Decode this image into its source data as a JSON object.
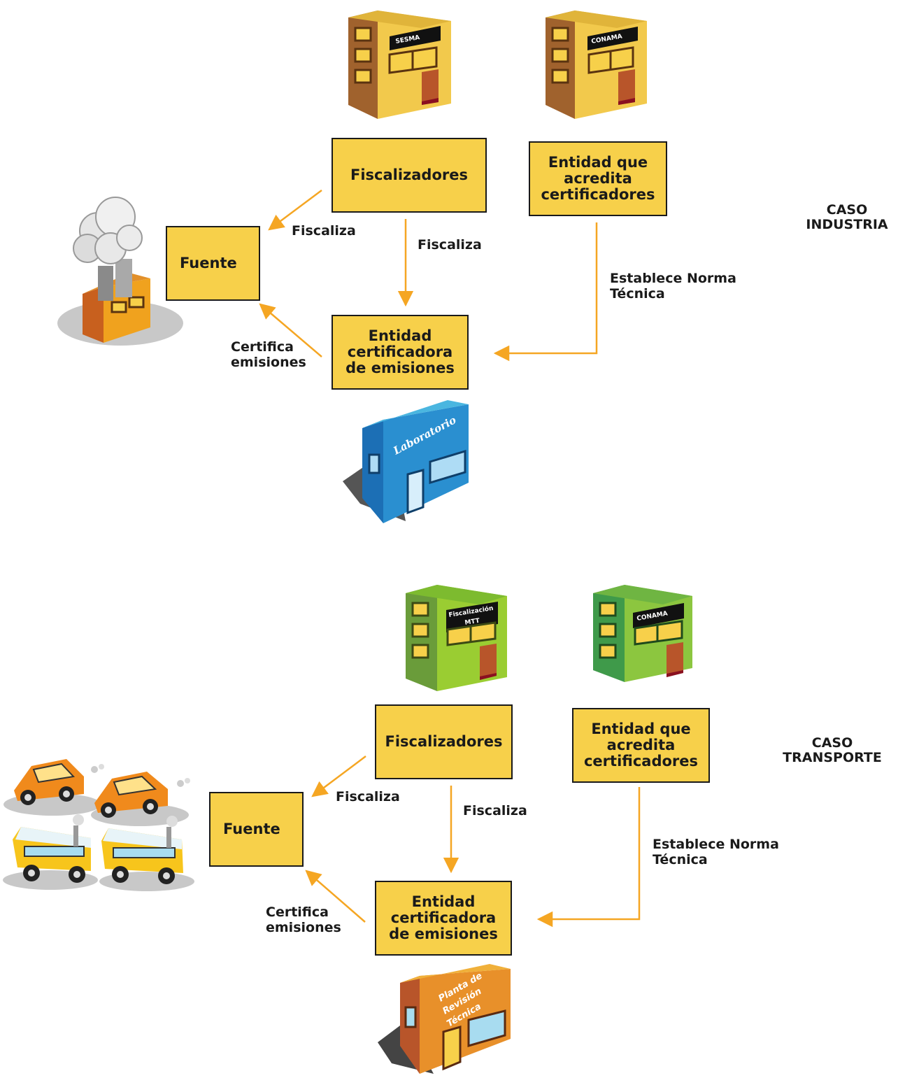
{
  "industria": {
    "case_label": "CASO\nINDUSTRIA",
    "fiscalizadores": "Fiscalizadores",
    "entidad_acredita": "Entidad que acredita certificadores",
    "fuente": "Fuente",
    "entidad_certificadora": "Entidad certificadora de emisiones",
    "fiscaliza_1": "Fiscaliza",
    "fiscaliza_2": "Fiscaliza",
    "establece": "Establece Norma\nTécnica",
    "certifica": "Certifica\nemisiones",
    "building_left_sign": "SESMA",
    "building_right_sign": "CONAMA",
    "lab_sign": "Laboratorio"
  },
  "transporte": {
    "case_label": "CASO\nTRANSPORTE",
    "fiscalizadores": "Fiscalizadores",
    "entidad_acredita": "Entidad que acredita certificadores",
    "fuente": "Fuente",
    "entidad_certificadora": "Entidad certificadora de emisiones",
    "fiscaliza_1": "Fiscaliza",
    "fiscaliza_2": "Fiscaliza",
    "establece": "Establece Norma\nTécnica",
    "certifica": "Certifica\nemisiones",
    "building_left_sign_1": "Fiscalización",
    "building_left_sign_2": "MTT",
    "building_right_sign": "CONAMA",
    "planta_sign_1": "Planta de",
    "planta_sign_2": "Revisión",
    "planta_sign_3": "Técnica"
  },
  "colors": {
    "box_fill": "#f7d04a",
    "arrow": "#f5a623",
    "lab_blue": "#2a8fd0",
    "transport_green": "#8cc63f"
  }
}
